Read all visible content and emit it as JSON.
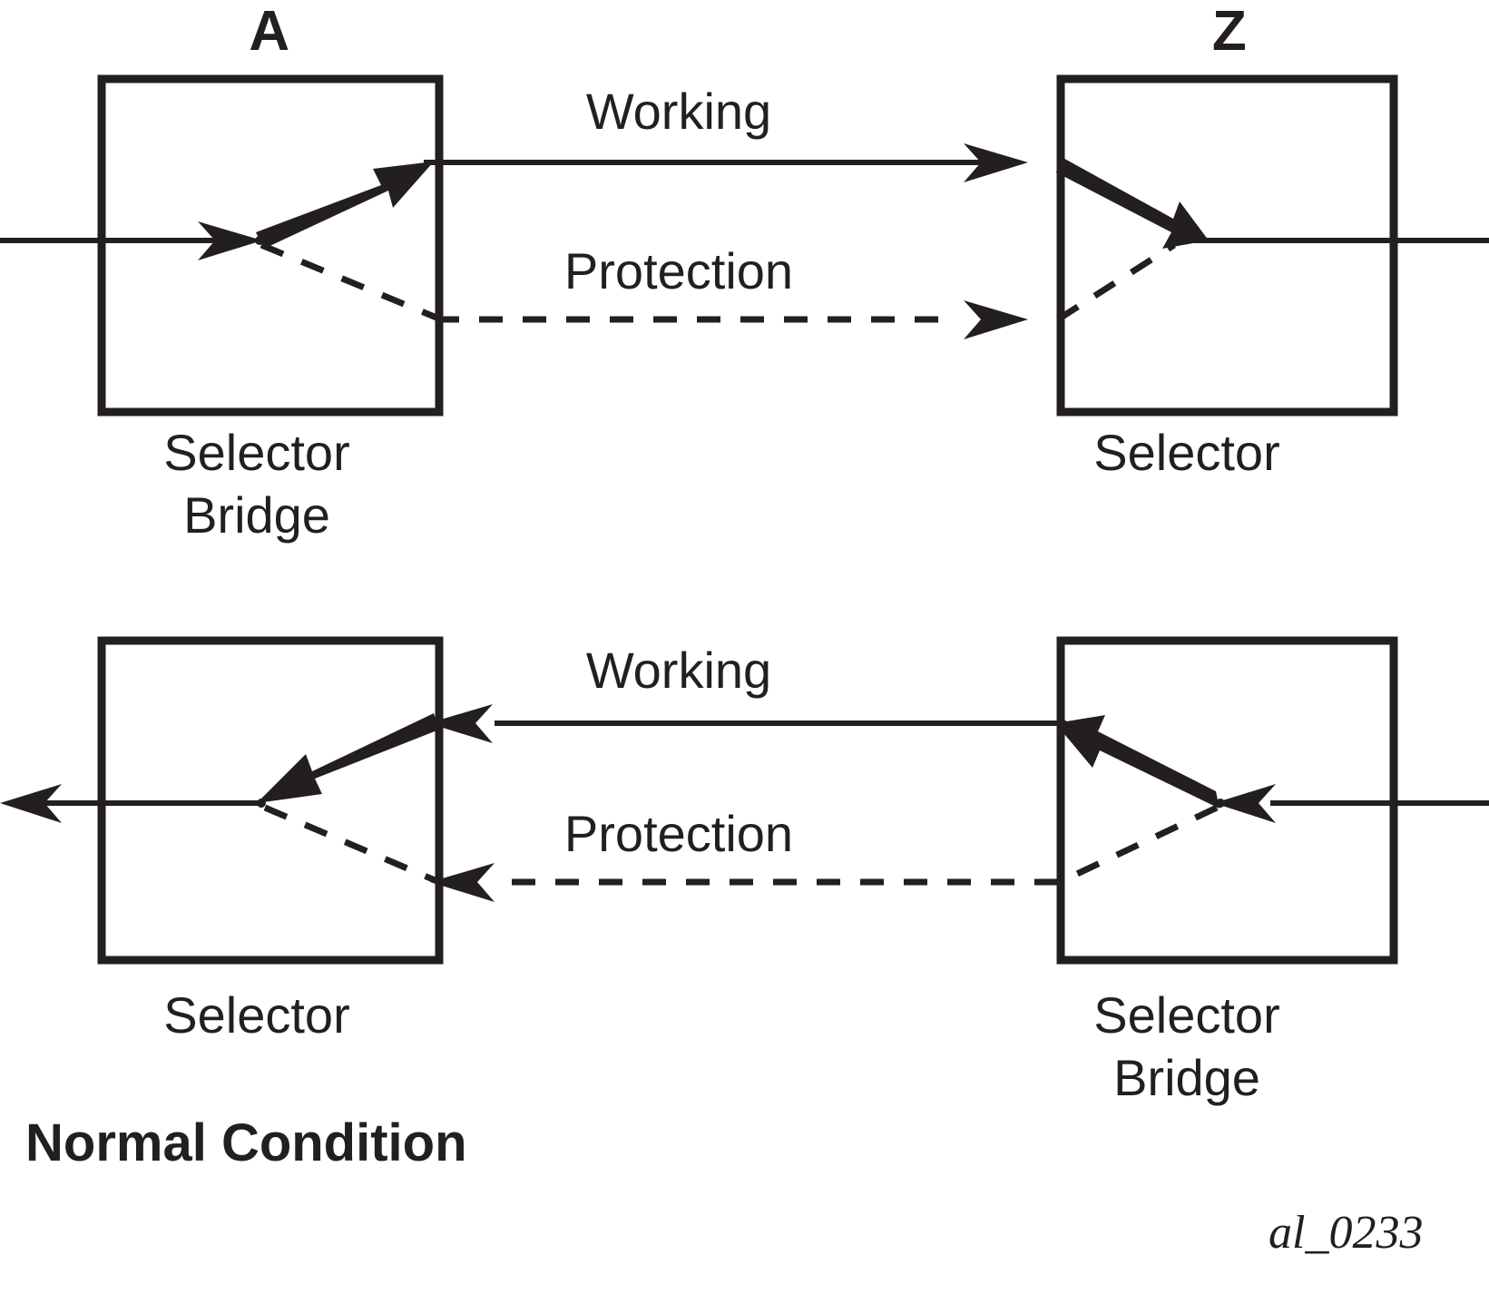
{
  "figure": {
    "id_label": "al_0233",
    "condition_label": "Normal Condition",
    "background_color": "#ffffff",
    "ink_color": "#231f20"
  },
  "top_row": {
    "node_a_letter": "A",
    "node_z_letter": "Z",
    "left_box": {
      "label_line1": "Selector",
      "label_line2": "Bridge"
    },
    "right_box": {
      "label_line1": "Selector",
      "label_line2": ""
    },
    "working_label": "Working",
    "protection_label": "Protection"
  },
  "bottom_row": {
    "left_box": {
      "label_line1": "Selector",
      "label_line2": ""
    },
    "right_box": {
      "label_line1": "Selector",
      "label_line2": "Bridge"
    },
    "working_label": "Working",
    "protection_label": "Protection"
  },
  "chart_data": {
    "type": "diagram",
    "title": "Normal Condition",
    "description": "1+1 linear trail protection schematic with selector bridge and selector at nodes A and Z, showing Working and Protection paths in both directions.",
    "nodes": [
      {
        "id": "A_top",
        "letter": "A",
        "role": "Selector Bridge",
        "row": "top",
        "side": "left"
      },
      {
        "id": "Z_top",
        "letter": "Z",
        "role": "Selector",
        "row": "top",
        "side": "right"
      },
      {
        "id": "A_bottom",
        "letter": "",
        "role": "Selector",
        "row": "bottom",
        "side": "left"
      },
      {
        "id": "Z_bottom",
        "letter": "",
        "role": "Selector Bridge",
        "row": "bottom",
        "side": "right"
      }
    ],
    "paths": [
      {
        "name": "Working",
        "style": "solid",
        "row": "top",
        "direction": "left-to-right",
        "active": true
      },
      {
        "name": "Protection",
        "style": "dashed",
        "row": "top",
        "direction": "left-to-right",
        "active": false
      },
      {
        "name": "Working",
        "style": "solid",
        "row": "bottom",
        "direction": "right-to-left",
        "active": true
      },
      {
        "name": "Protection",
        "style": "dashed",
        "row": "bottom",
        "direction": "right-to-left",
        "active": false
      }
    ],
    "legend": [
      "Working = solid line",
      "Protection = dashed line",
      "Bold arrow = selected/active path"
    ]
  }
}
